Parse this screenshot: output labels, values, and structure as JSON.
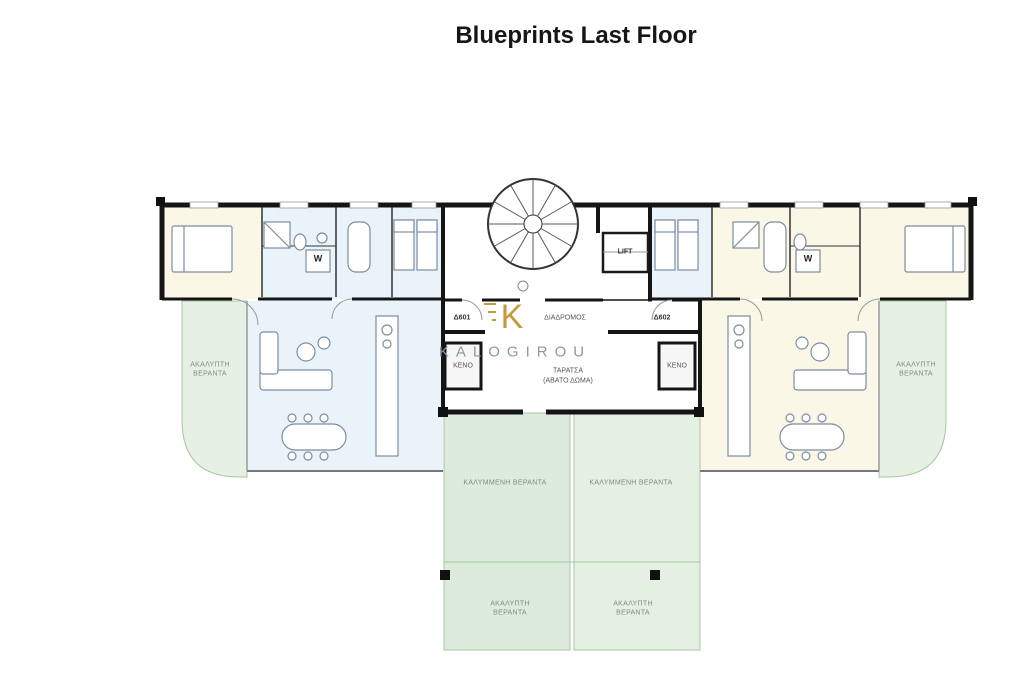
{
  "page": {
    "title": "Blueprints Last Floor"
  },
  "logo": {
    "monogram": "K",
    "name": "KALOGIROU"
  },
  "core": {
    "corridor_label": "ΔΙΑΔΡΟΜΟΣ",
    "unit_left_label": "Δ601",
    "unit_right_label": "Δ602",
    "lift_label": "LIFT",
    "shaft_label": "KENO",
    "terrace_label_line1": "ΤΑΡΑΤΣΑ",
    "terrace_label_line2": "(ΑΒΑΤΟ ΔΩΜΑ)"
  },
  "verandas": {
    "covered_label": "ΚΑΛΥΜΜΕΝΗ ΒΕΡΑΝΤΑ",
    "open_label_line1": "ΑΚΑΛΥΠΤΗ",
    "open_label_line2": "ΒΕΡΑΝΤΑ"
  },
  "rooms": {
    "wardrobe_label": "W"
  },
  "colors": {
    "left_wing_tint": "#eaf3fa",
    "right_wing_tint": "#fbf7e7",
    "veranda_green": "#e6f1e4",
    "covered_veranda_green": "#dcebdb",
    "wall": "#151515",
    "logo_gold": "#c49a3f",
    "logo_text": "#8c97a9"
  }
}
